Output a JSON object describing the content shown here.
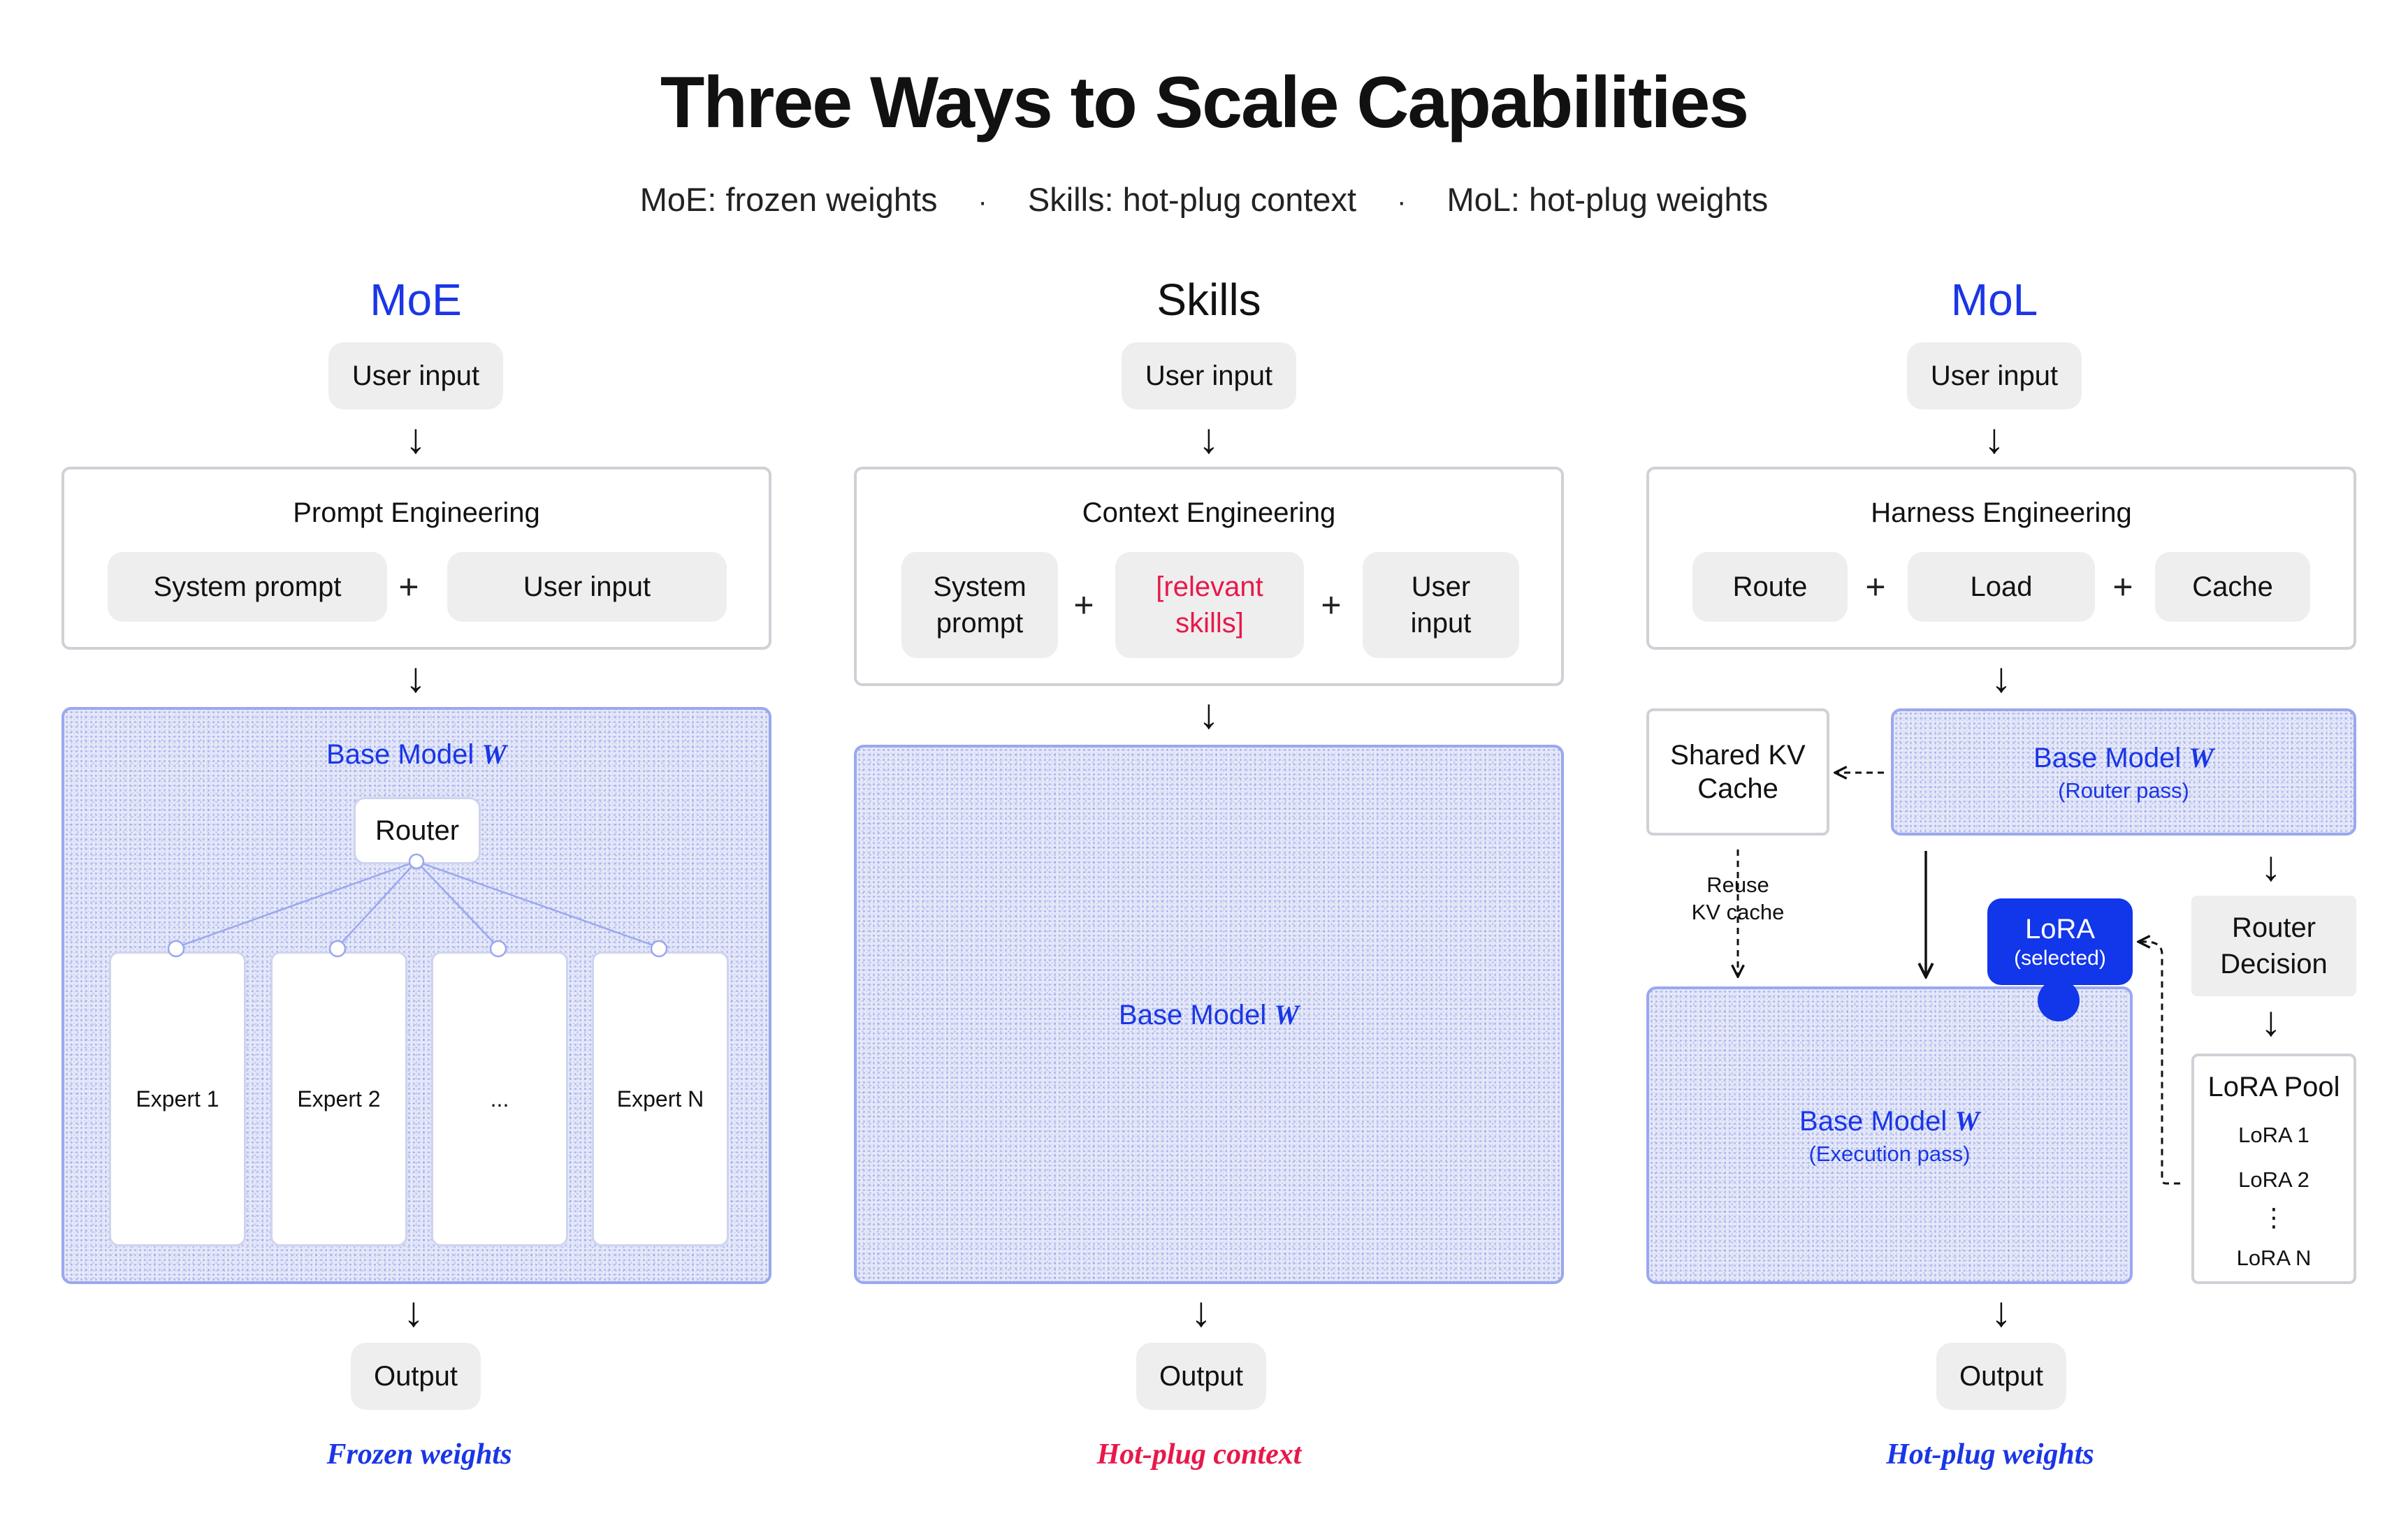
{
  "title": "Three Ways to Scale Capabilities",
  "subtitle": {
    "moe": "MoE: frozen weights",
    "skills": "Skills: hot-plug context",
    "mol": "MoL: hot-plug weights",
    "separator": "·"
  },
  "colors": {
    "accent_blue": "#1a36e6",
    "accent_red": "#e8184a",
    "pill_gray": "#eeeeee",
    "frame_border": "#cfd1d6",
    "model_border": "#9aa8ee",
    "model_fill": "#e6e9f8"
  },
  "arrow_glyph": "↓",
  "moe": {
    "title": "MoE",
    "user_input": "User input",
    "frame_title": "Prompt Engineering",
    "system_prompt": "System prompt",
    "plus": "+",
    "frame_user_input": "User input",
    "model_label": "Base Model",
    "model_symbol": "W",
    "router": "Router",
    "experts": [
      "Expert 1",
      "Expert 2",
      "...",
      "Expert N"
    ],
    "output": "Output",
    "footer": "Frozen weights"
  },
  "skills": {
    "title": "Skills",
    "user_input": "User input",
    "frame_title": "Context Engineering",
    "system_prompt_1": "System",
    "system_prompt_2": "prompt",
    "plus": "+",
    "relevant_1": "[relevant",
    "relevant_2": "skills]",
    "frame_user_input_1": "User",
    "frame_user_input_2": "input",
    "model_label": "Base Model",
    "model_symbol": "W",
    "output": "Output",
    "footer": "Hot-plug context"
  },
  "mol": {
    "title": "MoL",
    "user_input": "User input",
    "frame_title": "Harness Engineering",
    "route": "Route",
    "load": "Load",
    "cache": "Cache",
    "plus": "+",
    "shared_kv_1": "Shared KV",
    "shared_kv_2": "Cache",
    "router_pass_label": "Base Model",
    "router_pass_symbol": "W",
    "router_pass_sub": "(Router pass)",
    "reuse_1": "Reuse",
    "reuse_2": "KV cache",
    "lora_selected": "LoRA",
    "lora_selected_sub": "(selected)",
    "router_decision_1": "Router",
    "router_decision_2": "Decision",
    "exec_label": "Base Model",
    "exec_symbol": "W",
    "exec_sub": "(Execution pass)",
    "lora_pool_title": "LoRA Pool",
    "lora_pool_items": [
      "LoRA 1",
      "LoRA 2",
      "⋮",
      "LoRA N"
    ],
    "output": "Output",
    "footer": "Hot-plug weights"
  }
}
